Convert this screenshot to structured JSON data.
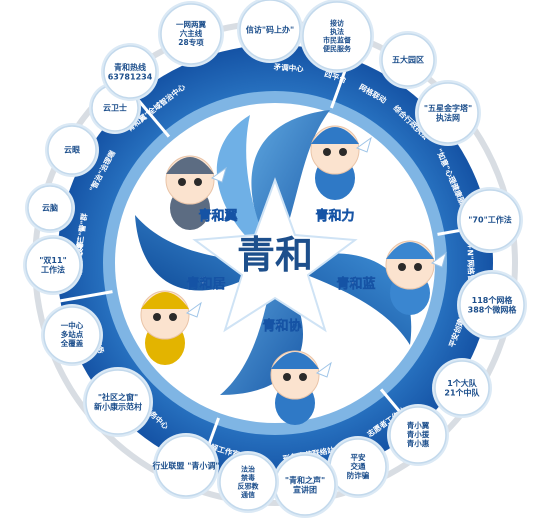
{
  "center": {
    "title": "青和"
  },
  "characters": [
    {
      "label": "青和翼"
    },
    {
      "label": "青和力"
    },
    {
      "label": "青和蓝"
    },
    {
      "label": "青和协"
    },
    {
      "label": "青和居"
    }
  ],
  "ring_labels": [
    {
      "text": "\"青和翼\"全域智治中心"
    },
    {
      "text": "\"智治\"治理端"
    },
    {
      "text": "全域三\"警\"群"
    },
    {
      "text": "矛调中心"
    },
    {
      "text": "四平台"
    },
    {
      "text": "网格联动"
    },
    {
      "text": "综合行政执法"
    },
    {
      "text": "\"如意\"心理健康服务站"
    },
    {
      "text": "\"1+3+N\"网格管理"
    },
    {
      "text": "平安创建站"
    },
    {
      "text": "志愿者工作站"
    },
    {
      "text": "形象大使联络站"
    },
    {
      "text": "调解工作室"
    },
    {
      "text": "\"青和居\"服务中心"
    },
    {
      "text": "\"居民\"服务"
    },
    {
      "text": "家院\"议事\""
    }
  ],
  "outer_nodes": [
    {
      "lines": [
        "信访\"码上办\""
      ]
    },
    {
      "lines": [
        "接访",
        "执法",
        "市民监督",
        "便民服务"
      ]
    },
    {
      "lines": [
        "五大园区"
      ]
    },
    {
      "lines": [
        "\"五星金字塔\"",
        "执法网"
      ]
    },
    {
      "lines": [
        "\"70\"工作法"
      ]
    },
    {
      "lines": [
        "118个网格",
        "388个微网格"
      ]
    },
    {
      "lines": [
        "1个大队",
        "21个中队"
      ]
    },
    {
      "lines": [
        "青小翼",
        "青小援",
        "青小惠"
      ]
    },
    {
      "lines": [
        "平安",
        "交通",
        "防诈骗"
      ]
    },
    {
      "lines": [
        "\"青和之声\"",
        "宣讲团"
      ]
    },
    {
      "lines": [
        "法治",
        "禁毒",
        "反邪教",
        "通信"
      ]
    },
    {
      "lines": [
        "行业联盟 \"青小调\""
      ]
    },
    {
      "lines": [
        "\"社区之窗\"",
        "新小康示范村"
      ]
    },
    {
      "lines": [
        "一中心",
        "多站点",
        "全覆盖"
      ]
    },
    {
      "lines": [
        "\"双11\"",
        "工作法"
      ]
    },
    {
      "lines": [
        "云脑"
      ]
    },
    {
      "lines": [
        "云眼"
      ]
    },
    {
      "lines": [
        "云卫士"
      ]
    },
    {
      "lines": [
        "青和热线",
        "63781234"
      ]
    },
    {
      "lines": [
        "一网两翼",
        "六主线",
        "28专项"
      ]
    }
  ],
  "colors": {
    "dark_blue": "#1553a5",
    "mid_blue": "#2f79c6",
    "light_blue": "#9bc7ea",
    "node_border": "#bcd8ef",
    "text_blue": "#1d4f8c"
  }
}
